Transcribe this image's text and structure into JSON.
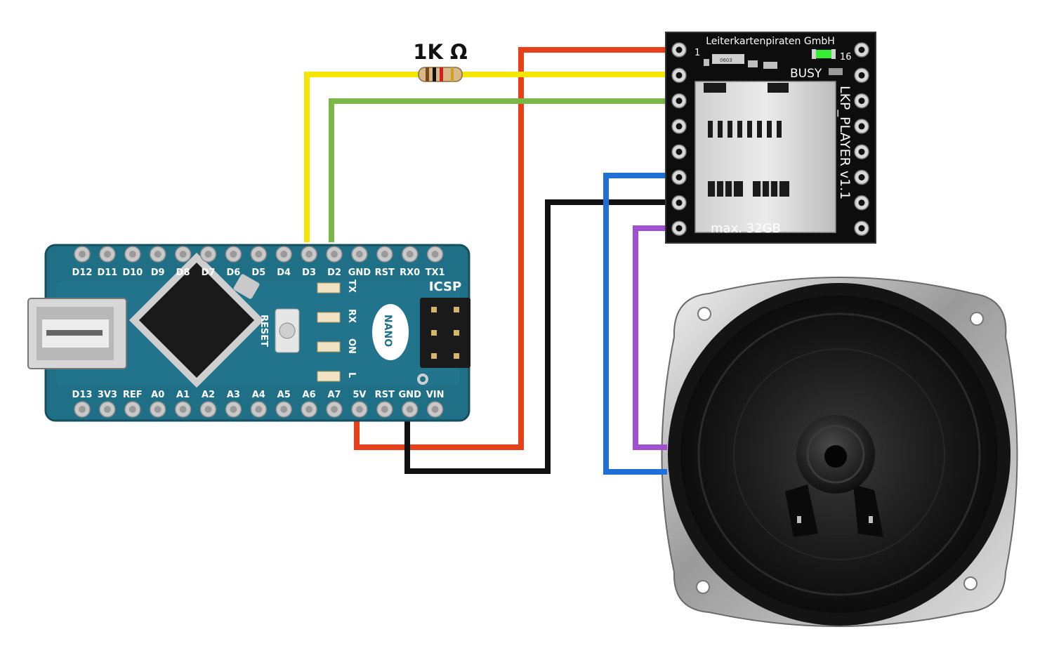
{
  "resistor": {
    "label": "1K Ω"
  },
  "nano": {
    "top_pins": [
      "D12",
      "D11",
      "D10",
      "D9",
      "D8",
      "D7",
      "D6",
      "D5",
      "D4",
      "D3",
      "D2",
      "GND",
      "RST",
      "RX0",
      "TX1"
    ],
    "bottom_pins": [
      "D13",
      "3V3",
      "REF",
      "A0",
      "A1",
      "A2",
      "A3",
      "A4",
      "A5",
      "A6",
      "A7",
      "5V",
      "RST",
      "GND",
      "VIN"
    ],
    "icsp_label": "ICSP",
    "nano_badge": "NANO",
    "reset_label": "RESET",
    "led_labels": [
      "TX",
      "RX",
      "ON",
      "L"
    ]
  },
  "mp3": {
    "maker": "Leiterkartenpiraten GmbH",
    "pin1": "1",
    "pin16": "16",
    "busy": "BUSY",
    "model": "LKP_PLAYER v1.1",
    "capacity": "max. 32GB",
    "part_code": "0603"
  },
  "wire_colors": {
    "power": "#e8401a",
    "ground": "#111111",
    "tx": "#f5e600",
    "rx": "#7ab648",
    "speaker_a": "#1f6fd6",
    "speaker_b": "#a050d0"
  }
}
